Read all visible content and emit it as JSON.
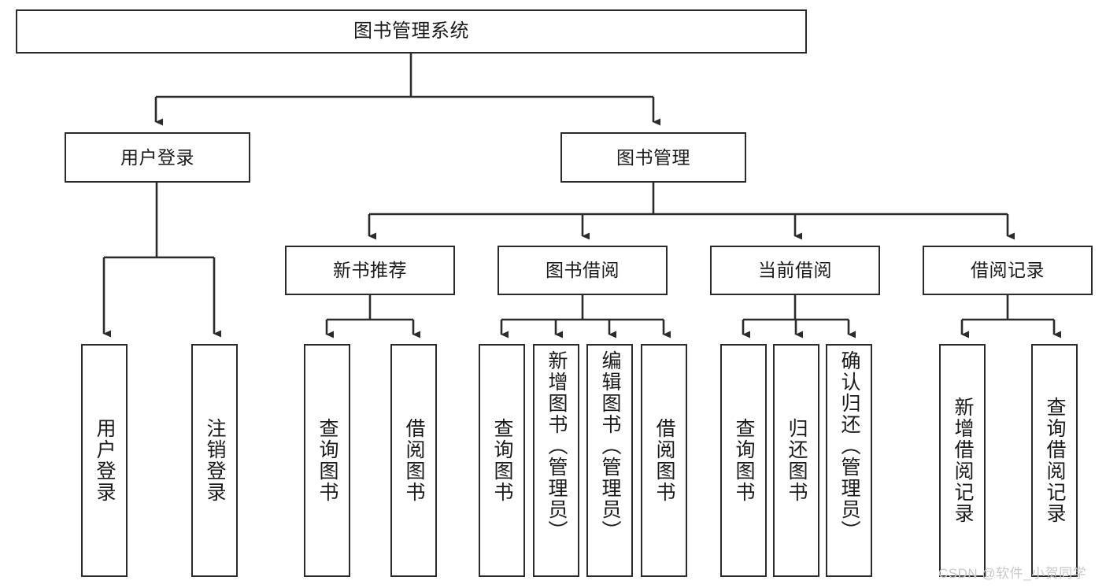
{
  "diagram": {
    "title": "图书管理系统",
    "type": "tree-hierarchy-chart",
    "style": {
      "box_fill": "#ffffff",
      "box_stroke": "#2b2b2b",
      "text_color": "#1a1a1a",
      "background": "#ffffff",
      "watermark_color": "#c9c9c9"
    },
    "watermark": "CSDN @软件_小贺同学",
    "nodes": {
      "root": {
        "label": "图书管理系统"
      },
      "level2": [
        {
          "id": "user-login",
          "label": "用户登录"
        },
        {
          "id": "book-mgmt",
          "label": "图书管理"
        }
      ],
      "level3": [
        {
          "id": "new-book-rec",
          "label": "新书推荐"
        },
        {
          "id": "book-borrow",
          "label": "图书借阅"
        },
        {
          "id": "current-borrow",
          "label": "当前借阅"
        },
        {
          "id": "borrow-record",
          "label": "借阅记录"
        }
      ],
      "leaves": {
        "user-login": [
          {
            "id": "leaf-user-login",
            "label": "用户登录"
          },
          {
            "id": "leaf-user-logout",
            "label": "注销登录"
          }
        ],
        "new-book-rec": [
          {
            "id": "leaf-query-book-1",
            "label": "查询图书"
          },
          {
            "id": "leaf-borrow-book-1",
            "label": "借阅图书"
          }
        ],
        "book-borrow": [
          {
            "id": "leaf-query-book-2",
            "label": "查询图书"
          },
          {
            "id": "leaf-add-book",
            "label": "新增图书（管理员）"
          },
          {
            "id": "leaf-edit-book",
            "label": "编辑图书（管理员）"
          },
          {
            "id": "leaf-borrow-book-2",
            "label": "借阅图书"
          }
        ],
        "current-borrow": [
          {
            "id": "leaf-query-book-3",
            "label": "查询图书"
          },
          {
            "id": "leaf-return-book",
            "label": "归还图书"
          },
          {
            "id": "leaf-confirm-return",
            "label": "确认归还（管理员）"
          }
        ],
        "borrow-record": [
          {
            "id": "leaf-add-record",
            "label": "新增借阅记录"
          },
          {
            "id": "leaf-query-record",
            "label": "查询借阅记录"
          }
        ]
      }
    }
  }
}
